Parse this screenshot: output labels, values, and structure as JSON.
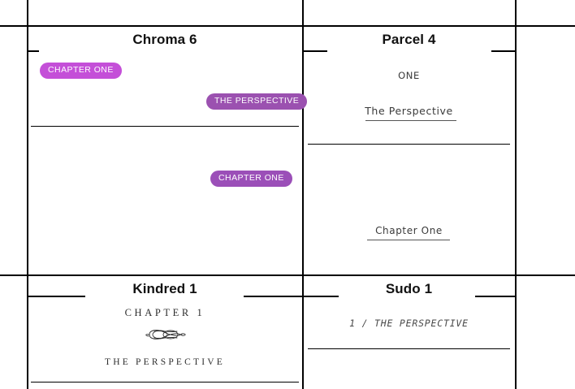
{
  "layout": {
    "columns": 2,
    "rows": 2,
    "background": "#ffffff",
    "rule_color": "#000000"
  },
  "panels": [
    {
      "id": "chroma",
      "title": "Chroma 6",
      "style": "badges",
      "accent": "#b24fc4",
      "badges": [
        {
          "label": "CHAPTER ONE",
          "color": "#c44fd8",
          "align": "left"
        },
        {
          "label": "THE PERSPECTIVE",
          "color": "#9b51b0",
          "align": "right"
        },
        {
          "label": "CHAPTER ONE",
          "color": "#9b4fb8",
          "align": "right"
        }
      ]
    },
    {
      "id": "parcel",
      "title": "Parcel 4",
      "style": "handwriting",
      "lines": [
        {
          "text": "ONE",
          "underline": false
        },
        {
          "text": "The Perspective",
          "underline": true
        },
        {
          "text": "Chapter One",
          "underline": true
        }
      ]
    },
    {
      "id": "kindred",
      "title": "Kindred 1",
      "style": "serif-ornament",
      "chapter_label": "CHAPTER 1",
      "ornament": "flourish-ornament",
      "work_title": "THE PERSPECTIVE"
    },
    {
      "id": "sudo",
      "title": "Sudo 1",
      "style": "monospace",
      "line": "1 /  THE PERSPECTIVE"
    }
  ]
}
